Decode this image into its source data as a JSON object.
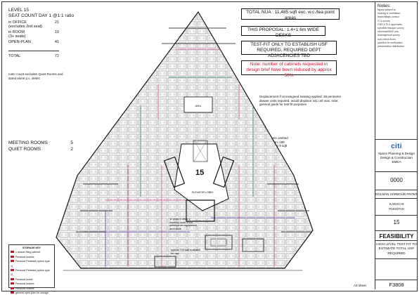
{
  "level": {
    "title": "LEVEL 15",
    "seat_count": "SEAT COUNT DAY 1 @1:1 ratio",
    "rows": [
      {
        "label": "in OFFICE",
        "sub": "(excludes 2nd seat)",
        "value": "21"
      },
      {
        "label": "in ROOM",
        "sub": "(3+ seats)",
        "value": "10"
      },
      {
        "label": "OPEN-PLAN",
        "sub": "",
        "value": "41"
      }
    ],
    "total_label": "TOTAL",
    "total_value": "72",
    "note": "note: count excludes Quiet Rooms and stand alone p.c. desks"
  },
  "rooms": {
    "meeting_label": "MEETING ROOMS",
    "meeting_value": "5",
    "quiet_label": "QUIET ROOMS",
    "quiet_value": "2"
  },
  "info_boxes": {
    "nua": "TOTAL NUA : 11,485 sqft exc. w.c./tea point areas",
    "proposal": "THIS PROPOSAL: 1.4+1.6m WIDE DESKS",
    "testfit": "TEST-FIT ONLY TO ESTABLISH USF REQUIRED, REQUIRED DEPT ADJACENCIES TBD",
    "cabinets_note": "Note: number of cabinets requested in design brief have been reduced by approx 50%"
  },
  "displacement": "Displacement if UnAssigned Seating applied: 28 perimeter drawer units required, would displace 441 usf max. note: general guide for test-fit purposes",
  "cabinets_omitted": "Cabinets omitted from plan: 180 approx 72.9 sqft",
  "core": {
    "number": "15",
    "lobby": "ELEVATOR LOBBY"
  },
  "annotations": {
    "office_note": "11 pods 5 office 1 meeting room 1 tea point/server equipment area store",
    "approx": "approx 750 sqft available for use",
    "sheet": "A3 sheet"
  },
  "legend": {
    "title": "STORAGE KEY",
    "items": [
      "1 drawer filing cabinet",
      "Personal lockers",
      "Personal Pedestal (option type 1)",
      "Personal Pedestal (option type 2)",
      "Personal locker",
      "Personal lockers",
      "Personal lockers",
      "general open-plan for storage"
    ]
  },
  "notes": {
    "title": "Notes:",
    "items": [
      "layout subject to",
      "heating & ventilation",
      "lease/dilaps consul",
      "IT & survey",
      "CBS & FLS approvals",
      "sprinkler/escape survey",
      "electrical/M&E pos.",
      "drainage/soil survey",
      "sub-check floors",
      "partition fix verification",
      "presentation distribution"
    ]
  },
  "titleblock": {
    "logo": "citi",
    "dept_lines": [
      "Space Planning & Design",
      "Design & Construction",
      "EMEA"
    ],
    "job_no": "0000",
    "project": "DOLMAN HARBOUR FRONT",
    "city": "KARACHI",
    "country": "PAKISTAN",
    "floor": "15",
    "status": "FEASIBILITY",
    "description": "HIGH LEVEL TEST FIT TO ESTIMATE TOTAL USF REQUIRED",
    "drawing_no": "F3808"
  }
}
